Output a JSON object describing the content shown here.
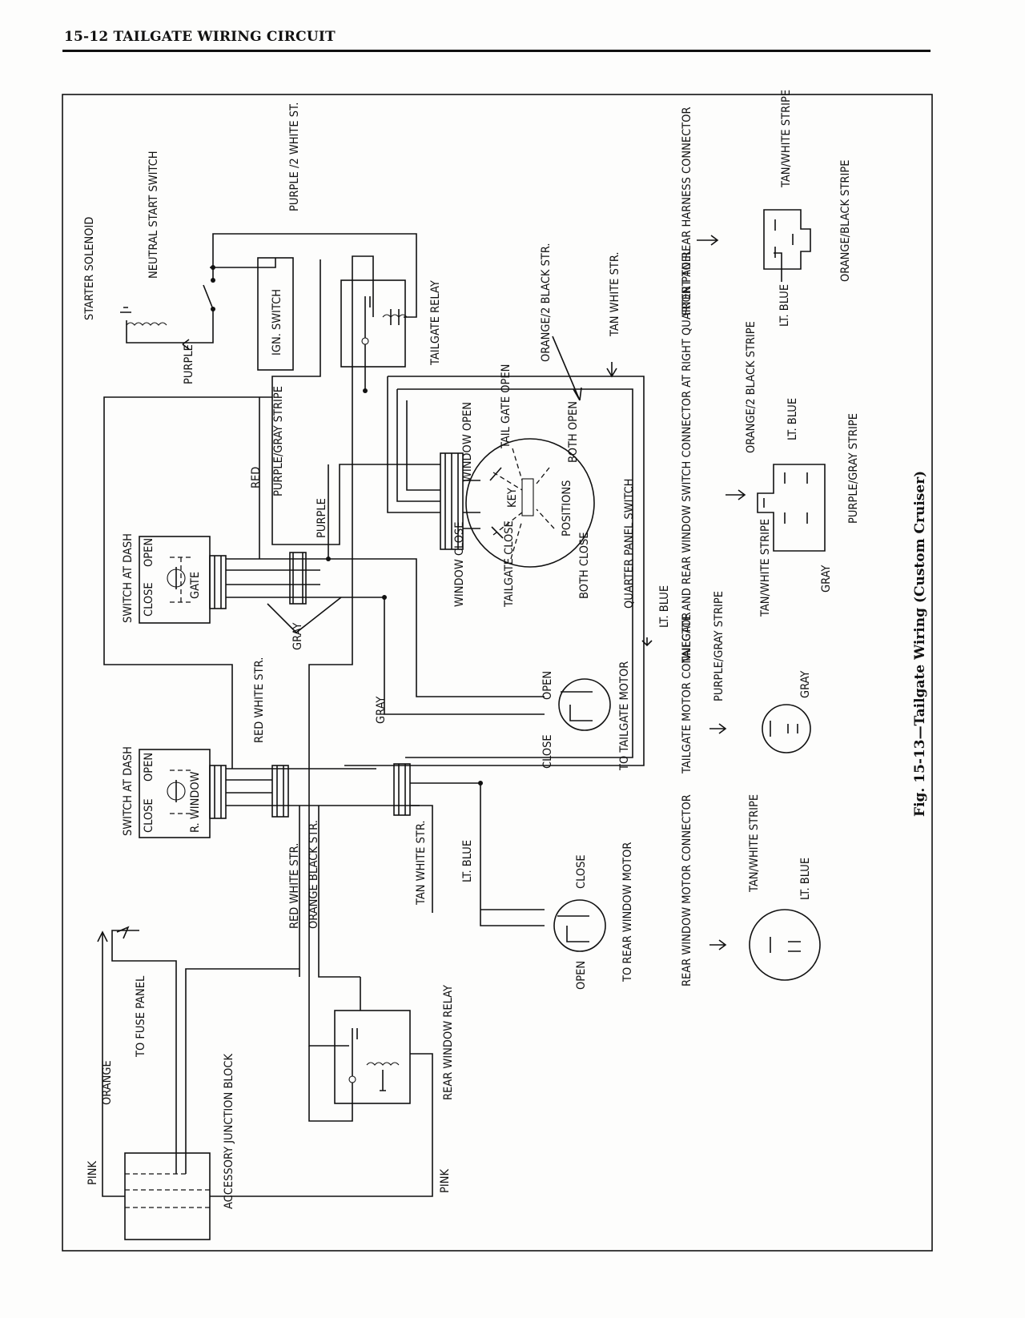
{
  "header": {
    "section_title": "15-12  TAILGATE WIRING CIRCUIT"
  },
  "figure": {
    "caption": "Fig. 15-13—Tailgate Wiring (Custom Cruiser)",
    "components": {
      "starter_solenoid": "STARTER SOLENOID",
      "neutral_start_switch": "NEUTRAL START SWITCH",
      "ign_switch": "IGN. SWITCH",
      "tailgate_relay": "TAILGATE RELAY",
      "switch_at_dash_1": "SWITCH AT DASH",
      "switch_at_dash_2": "SWITCH AT DASH",
      "dash1_face": {
        "close": "CLOSE",
        "open": "OPEN",
        "gate": "GATE"
      },
      "dash2_face": {
        "close": "CLOSE",
        "open": "OPEN",
        "window": "R. WINDOW"
      },
      "quarter_panel_switch": "QUARTER PANEL SWITCH",
      "tailgate_motor": "TO TAILGATE MOTOR",
      "rear_window_motor": "TO REAR WINDOW MOTOR",
      "rear_window_relay": "REAR WINDOW RELAY",
      "accessory_junction_block": "ACCESSORY JUNCTION BLOCK",
      "to_fuse_panel": "TO FUSE PANEL"
    },
    "switch_positions": {
      "key": "KEY",
      "positions": "POSITIONS",
      "window_open": "WINDOW OPEN",
      "tail_gate_open": "TAIL GATE OPEN",
      "both_open": "BOTH OPEN",
      "window_close": "WINDOW CLOSE",
      "tailgate_close": "TAILGATE CLOSE",
      "both_close": "BOTH CLOSE"
    },
    "motor_terminals": {
      "tailgate_open": "OPEN",
      "tailgate_close": "CLOSE",
      "window_close": "CLOSE",
      "window_open": "OPEN"
    },
    "wires": {
      "purple_2_white": "PURPLE /2 WHITE ST.",
      "purple": "PURPLE",
      "purple_2": "PURPLE",
      "red": "RED",
      "purple_gray": "PURPLE/GRAY STRIPE",
      "gray": "GRAY",
      "gray_2": "GRAY",
      "red_white_1": "RED WHITE STR.",
      "red_white_2": "RED WHITE STR.",
      "orange_black": "ORANGE BLACK STR.",
      "orange_2_black": "ORANGE/2 BLACK STR.",
      "tan_white_1": "TAN WHITE STR.",
      "tan_white_2": "TAN WHITE STR.",
      "lt_blue_1": "LT. BLUE",
      "lt_blue_2": "LT. BLUE",
      "orange": "ORANGE",
      "pink_1": "PINK",
      "pink_2": "PINK"
    },
    "connectors": {
      "front_to_rear": {
        "title": "FRONT TO REAR HARNESS CONNECTOR",
        "tan_white": "TAN/WHITE STRIPE",
        "orange_black": "ORANGE/BLACK STRIPE",
        "lt_blue": "LT. BLUE"
      },
      "quarter_panel": {
        "title": "TAILGATE AND REAR WINDOW SWITCH CONNECTOR AT RIGHT QUARTER PANEL",
        "orange_2_black": "ORANGE/2 BLACK STRIPE",
        "lt_blue": "LT. BLUE",
        "purple_gray": "PURPLE/GRAY STRIPE",
        "tan_white": "TAN/WHITE STRIPE",
        "gray": "GRAY"
      },
      "tailgate_motor": {
        "title": "TAILGATE MOTOR CONNECTOR",
        "purple_gray": "PURPLE/GRAY STRIPE",
        "gray": "GRAY"
      },
      "rear_window_motor": {
        "title": "REAR WINDOW MOTOR CONNECTOR",
        "tan_white": "TAN/WHITE STRIPE",
        "lt_blue": "LT. BLUE"
      }
    }
  }
}
